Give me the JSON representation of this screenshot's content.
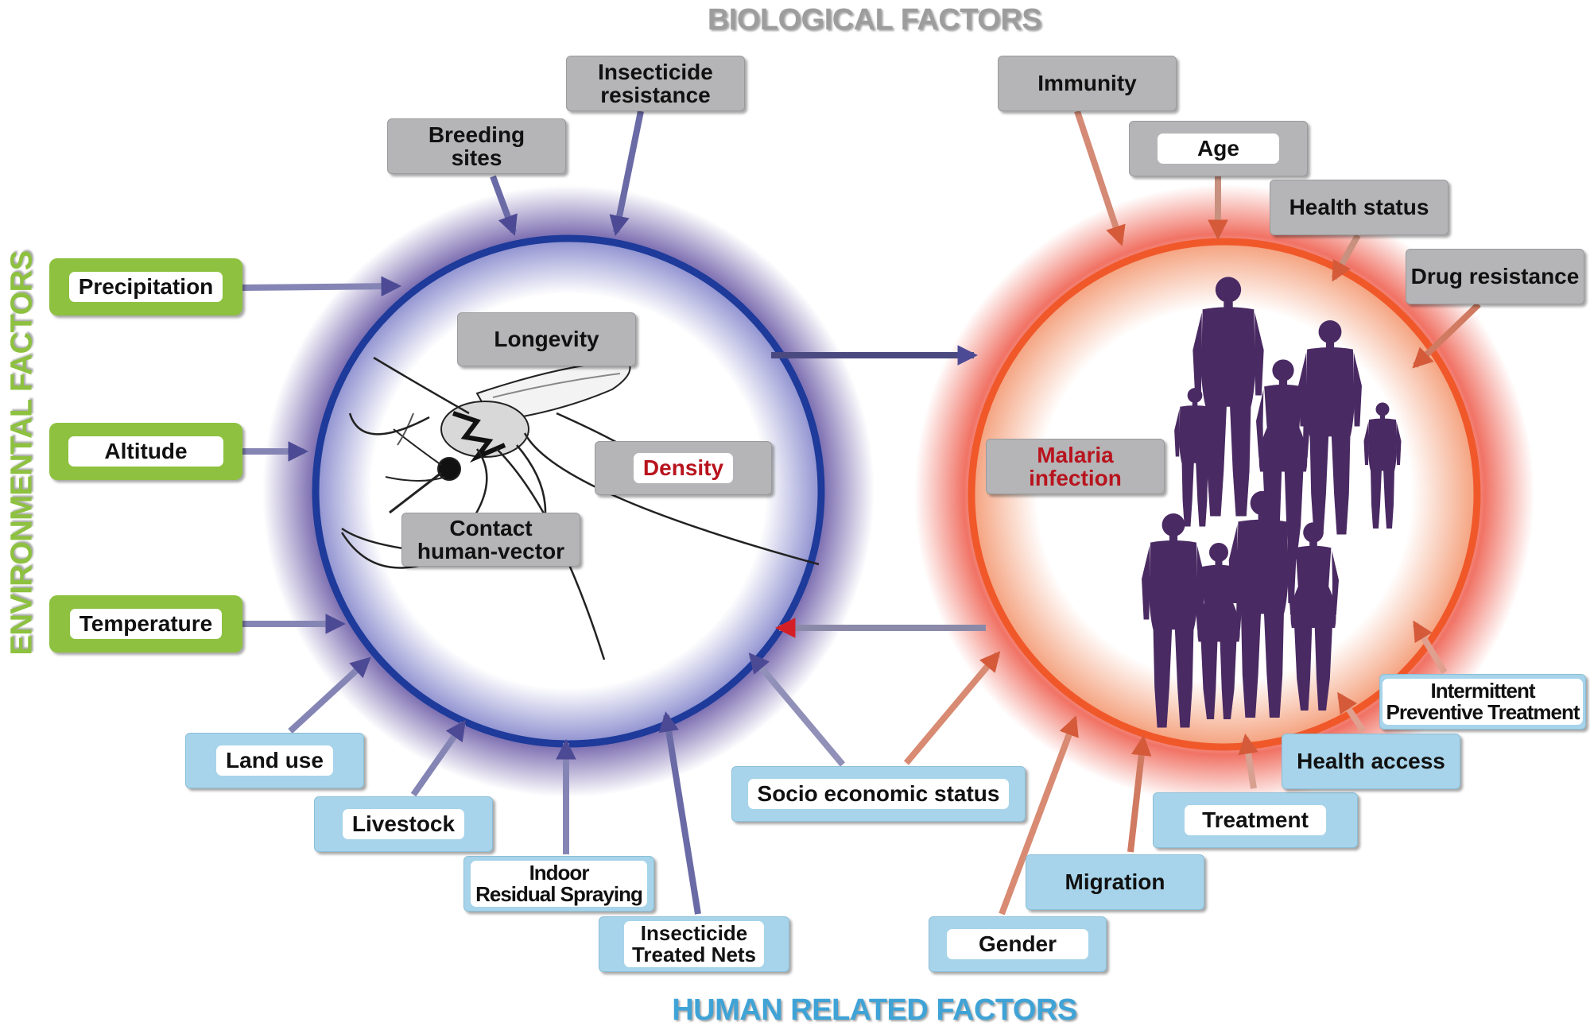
{
  "categories": {
    "biological": "BIOLOGICAL FACTORS",
    "environmental": "ENVIRONMENTAL FACTORS",
    "human": "HUMAN RELATED FACTORS"
  },
  "vector_circle": {
    "longevity": "Longevity",
    "density": "Density",
    "contact": [
      "Contact",
      "human-vector"
    ]
  },
  "infection_circle": {
    "malaria": [
      "Malaria",
      "infection"
    ]
  },
  "biological_factors": {
    "breeding_sites": [
      "Breeding",
      "sites"
    ],
    "insecticide_resistance": [
      "Insecticide",
      "resistance"
    ],
    "immunity": "Immunity",
    "age": "Age",
    "health_status": "Health status",
    "drug_resistance": "Drug resistance"
  },
  "environmental_factors": {
    "precipitation": "Precipitation",
    "altitude": "Altitude",
    "temperature": "Temperature"
  },
  "human_factors": {
    "land_use": "Land use",
    "livestock": "Livestock",
    "indoor_residual_spraying": [
      "Indoor",
      "Residual Spraying"
    ],
    "insecticide_treated_nets": [
      "Insecticide",
      "Treated Nets"
    ],
    "socio_economic_status": "Socio economic status",
    "gender": "Gender",
    "migration": "Migration",
    "treatment": "Treatment",
    "health_access": "Health access",
    "intermittent_preventive_treatment": [
      "Intermittent",
      "Preventive Treatment"
    ]
  },
  "colors": {
    "vector_ring": "#1e3a9a",
    "infection_ring": "#f0582a",
    "gray_box": "#b5b5b7",
    "green_box": "#8dc13f",
    "blue_box": "#a7d4ea",
    "people": "#4a2a63",
    "highlight_text": "#b8141e"
  },
  "icons": {
    "mosquito": "mosquito-illustration",
    "people": "human-silhouettes"
  }
}
